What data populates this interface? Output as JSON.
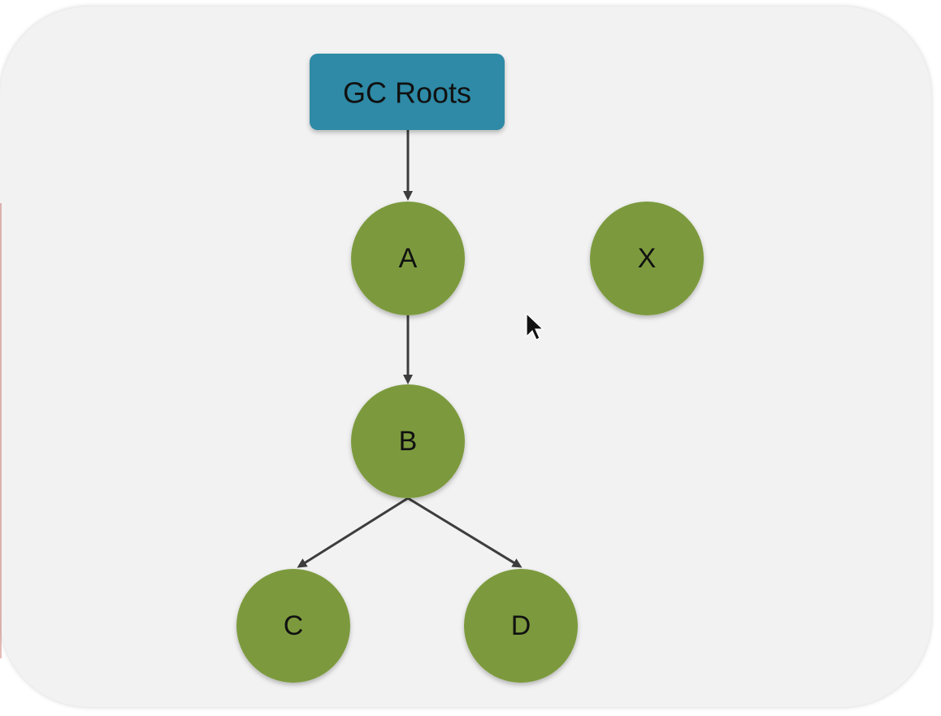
{
  "diagram": {
    "root": {
      "label": "GC Roots"
    },
    "nodes": {
      "a": {
        "label": "A"
      },
      "b": {
        "label": "B"
      },
      "c": {
        "label": "C"
      },
      "d": {
        "label": "D"
      },
      "x": {
        "label": "X"
      }
    },
    "edges": [
      {
        "from": "root",
        "to": "a"
      },
      {
        "from": "a",
        "to": "b"
      },
      {
        "from": "b",
        "to": "c"
      },
      {
        "from": "b",
        "to": "d"
      }
    ]
  },
  "colors": {
    "panel_background": "#f2f2f2",
    "root_fill": "#2f8aa6",
    "node_fill": "#7c9a3e",
    "edge_stroke": "#3d3d3d"
  }
}
